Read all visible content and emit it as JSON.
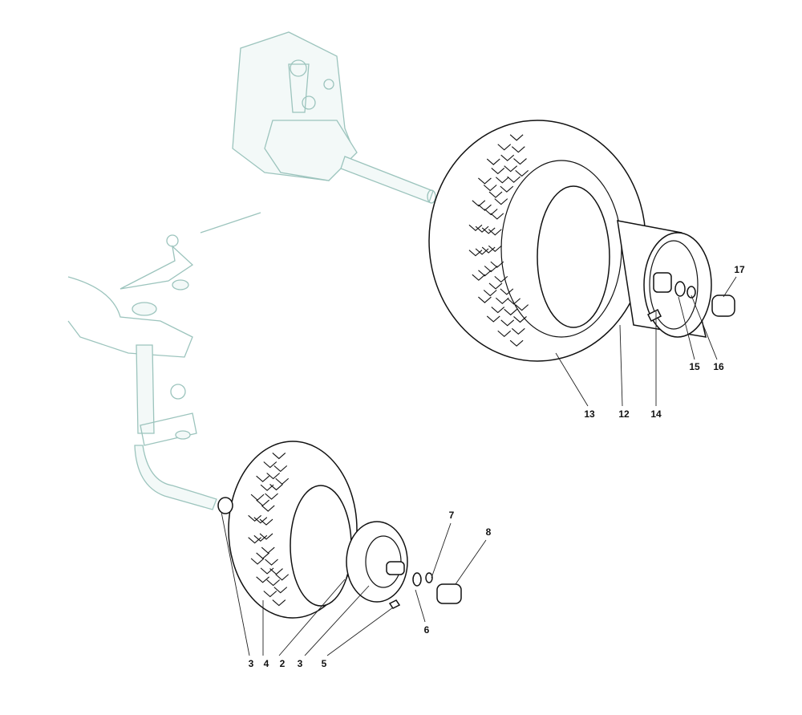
{
  "diagram": {
    "type": "exploded-parts-diagram",
    "callouts": [
      "17",
      "15",
      "16",
      "13",
      "12",
      "14",
      "7",
      "8",
      "6",
      "3",
      "4",
      "2",
      "3",
      "5"
    ]
  }
}
